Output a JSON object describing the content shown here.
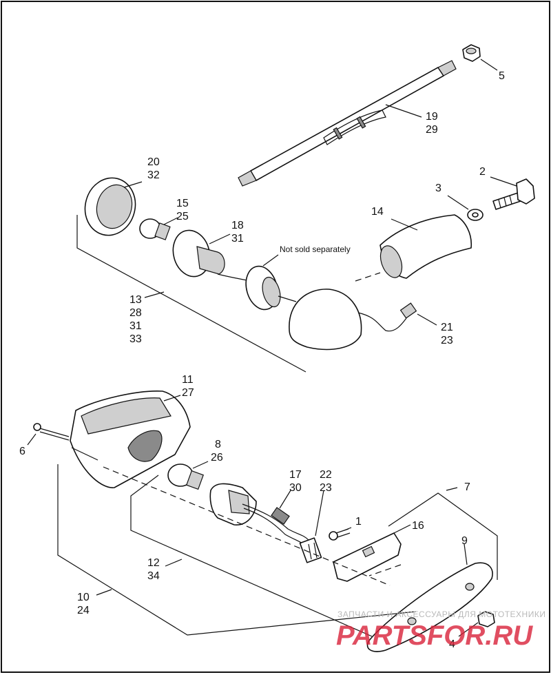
{
  "callouts": [
    {
      "id": "c5",
      "lines": [
        "5"
      ]
    },
    {
      "id": "c19",
      "lines": [
        "19",
        "29"
      ]
    },
    {
      "id": "c2",
      "lines": [
        "2"
      ]
    },
    {
      "id": "c3",
      "lines": [
        "3"
      ]
    },
    {
      "id": "c14",
      "lines": [
        "14"
      ]
    },
    {
      "id": "c20",
      "lines": [
        "20",
        "32"
      ]
    },
    {
      "id": "c15",
      "lines": [
        "15",
        "25"
      ]
    },
    {
      "id": "c18",
      "lines": [
        "18",
        "31"
      ]
    },
    {
      "id": "c13",
      "lines": [
        "13",
        "28",
        "31",
        "33"
      ]
    },
    {
      "id": "c21",
      "lines": [
        "21",
        "23"
      ]
    },
    {
      "id": "c11",
      "lines": [
        "11",
        "27"
      ]
    },
    {
      "id": "c6",
      "lines": [
        "6"
      ]
    },
    {
      "id": "c8",
      "lines": [
        "8",
        "26"
      ]
    },
    {
      "id": "c17",
      "lines": [
        "17",
        "30"
      ]
    },
    {
      "id": "c22",
      "lines": [
        "22",
        "23"
      ]
    },
    {
      "id": "c7",
      "lines": [
        "7"
      ]
    },
    {
      "id": "c1",
      "lines": [
        "1"
      ]
    },
    {
      "id": "c16",
      "lines": [
        "16"
      ]
    },
    {
      "id": "c9",
      "lines": [
        "9"
      ]
    },
    {
      "id": "c12",
      "lines": [
        "12",
        "34"
      ]
    },
    {
      "id": "c10",
      "lines": [
        "10",
        "24"
      ]
    },
    {
      "id": "c4",
      "lines": [
        "4"
      ]
    }
  ],
  "note": "Not sold separately",
  "watermark": {
    "tagline": "ЗАПЧАСТИ И АКСЕССУАРЫ ДЛЯ МОТОТЕХНИКИ",
    "logo": "PARTSFOR.RU"
  }
}
